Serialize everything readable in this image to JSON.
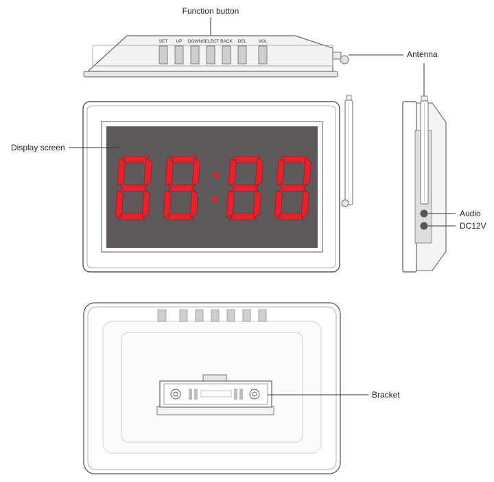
{
  "labels": {
    "function_button": "Function button",
    "antenna": "Antenna",
    "display_screen": "Display screen",
    "audio": "Audio",
    "dc12v": "DC12V",
    "bracket": "Bracket"
  },
  "buttons": [
    "SET",
    "UP",
    "DOWN",
    "SELECT",
    "BACK",
    "DEL",
    "VOL"
  ],
  "display_digits": "88:88",
  "colors": {
    "segment": "#e8212b",
    "screen": "#5e5a5b",
    "body": "#f2f2f2",
    "key": "#cfcfcf"
  }
}
